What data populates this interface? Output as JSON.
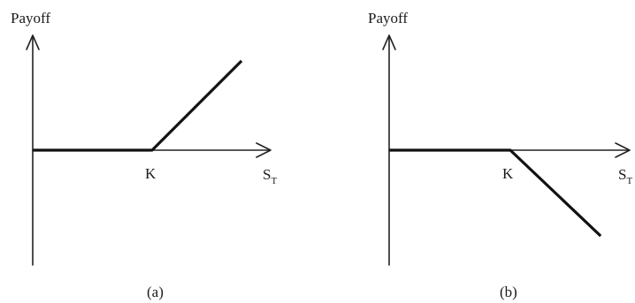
{
  "panels": [
    {
      "id": "a",
      "caption": "(a)",
      "ylabel": "Payoff",
      "strike_label": "K",
      "xlabel_main": "S",
      "xlabel_sub": "T",
      "shape": "long-call",
      "line_color": "#111111"
    },
    {
      "id": "b",
      "caption": "(b)",
      "ylabel": "Payoff",
      "strike_label": "K",
      "xlabel_main": "S",
      "xlabel_sub": "T",
      "shape": "short-call",
      "line_color": "#111111"
    }
  ]
}
